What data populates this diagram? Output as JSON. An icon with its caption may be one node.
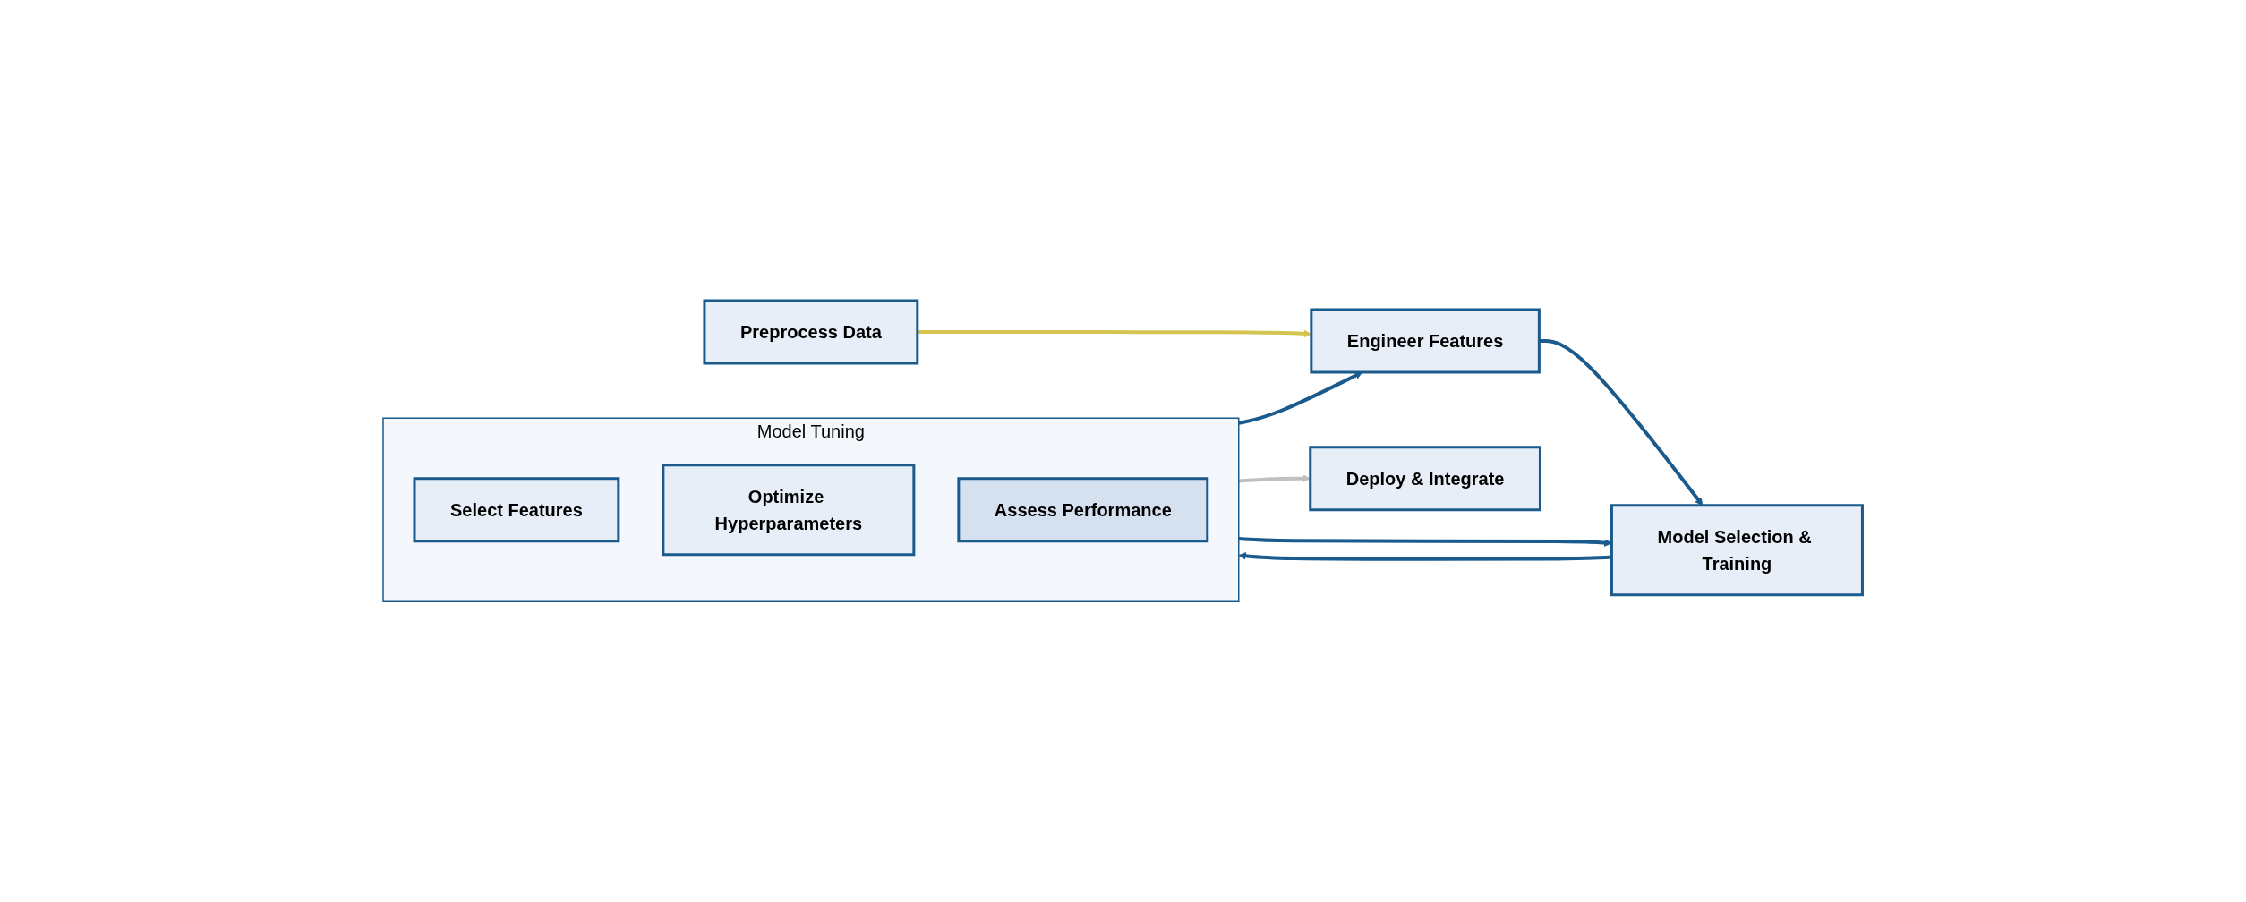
{
  "diagram": {
    "nodes": [
      {
        "text": [
          "Preprocess Data"
        ]
      },
      {
        "text": [
          "Engineer Features"
        ]
      },
      {
        "text": [
          "Model Selection & Training"
        ]
      },
      {
        "text": [
          "Model Tuning"
        ]
      },
      {
        "text": [
          "Select Features"
        ],
        "in": 3
      },
      {
        "text": [
          "Optimize Hyperparameters"
        ],
        "in": 3
      },
      {
        "text": [
          "Assess Performance"
        ],
        "in": 3
      },
      {
        "text": [
          "Deploy & Integrate"
        ]
      }
    ],
    "edges": [
      {
        "from": 0,
        "to": 1,
        "arrow": "to",
        "color": "#d4c44f"
      },
      {
        "from": 1,
        "to": 2,
        "arrow": "to"
      },
      {
        "from": 2,
        "to": 3,
        "arrow": "to"
      },
      {
        "from": 3,
        "to": 7,
        "arrow": "to",
        "color": "#c0c0c0"
      },
      {
        "from": 3,
        "to": 1,
        "arrow": "to"
      },
      {
        "from": 3,
        "to": 2,
        "arrow": "to"
      }
    ]
  }
}
